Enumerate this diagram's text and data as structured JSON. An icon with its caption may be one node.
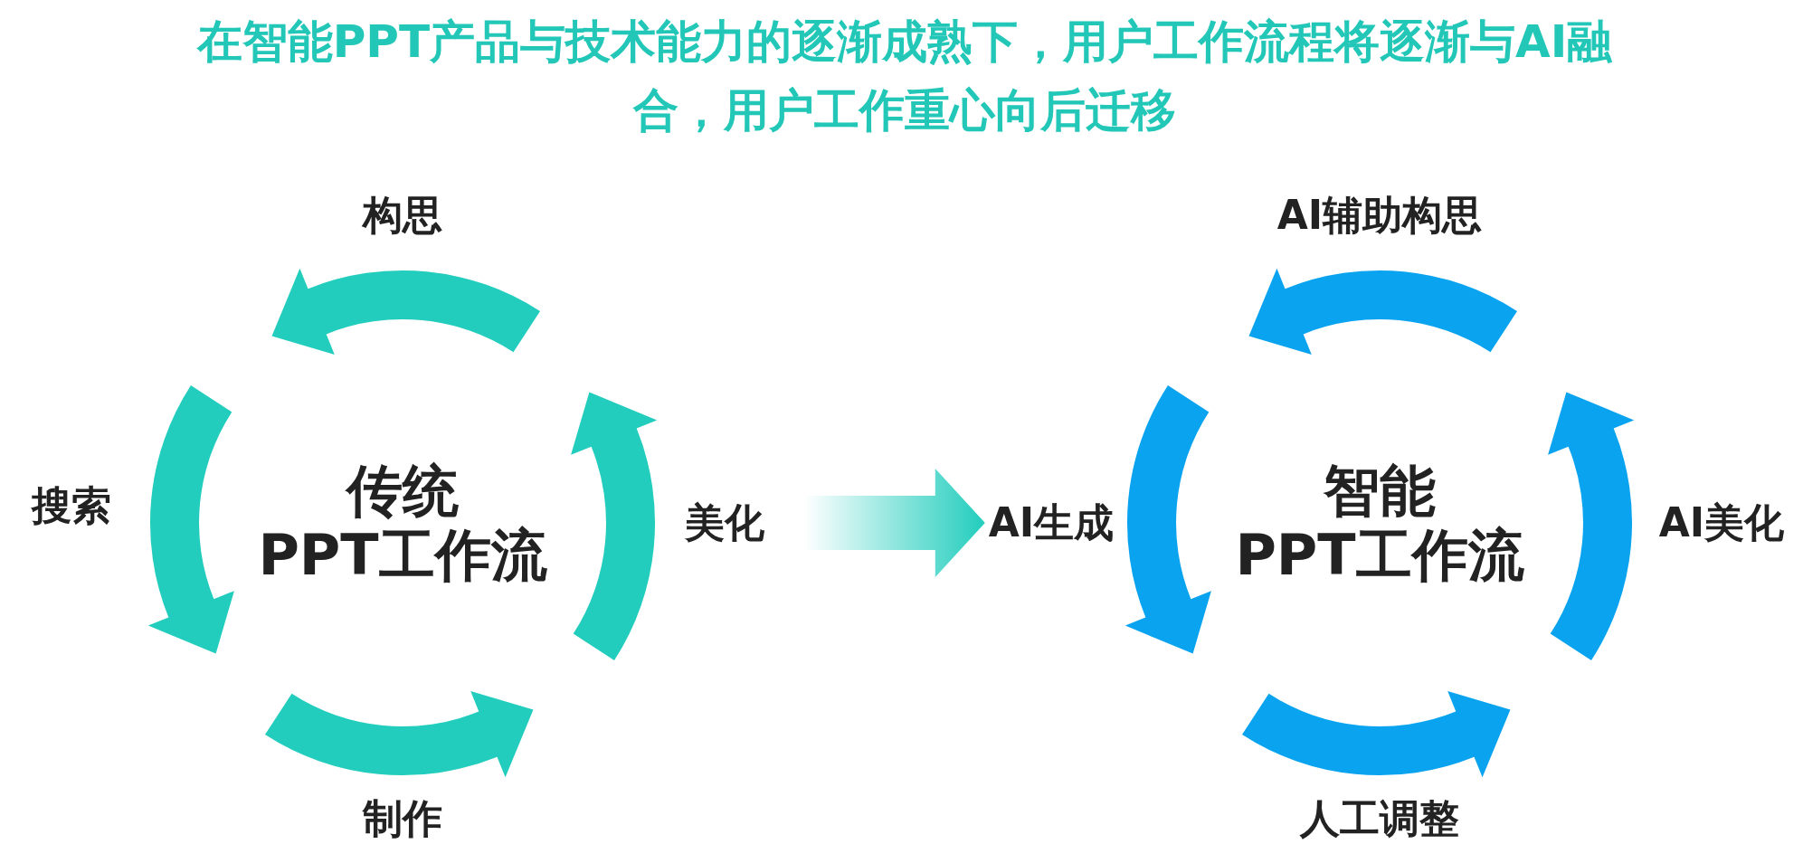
{
  "diagram": {
    "title": "在智能PPT产品与技术能力的逐渐成熟下，用户工作流程将逐渐与AI融合，用户工作重心向后迁移",
    "nodes": [
      {
        "text": [
          "传统",
          "PPT工作流"
        ]
      },
      {
        "text": [
          "构思"
        ]
      },
      {
        "text": [
          "搜索"
        ]
      },
      {
        "text": [
          "制作"
        ]
      },
      {
        "text": [
          "美化"
        ]
      },
      {
        "text": [
          "智能",
          "PPT工作流"
        ]
      },
      {
        "text": [
          "AI辅助构思"
        ]
      },
      {
        "text": [
          "AI生成"
        ]
      },
      {
        "text": [
          "人工调整"
        ]
      },
      {
        "text": [
          "AI美化"
        ]
      }
    ],
    "edges": [
      {
        "from": null,
        "to": 7,
        "arrow": "to"
      }
    ]
  }
}
